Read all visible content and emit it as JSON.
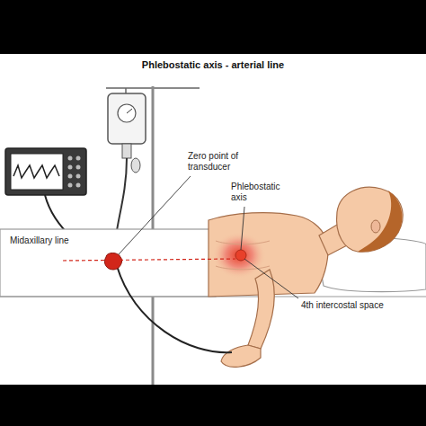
{
  "diagram": {
    "title": "Phlebostatic axis - arterial line",
    "labels": [
      "Zero point of transducer",
      "Phlebostatic axis",
      "Midaxillary line",
      "4th intercostal space"
    ]
  }
}
